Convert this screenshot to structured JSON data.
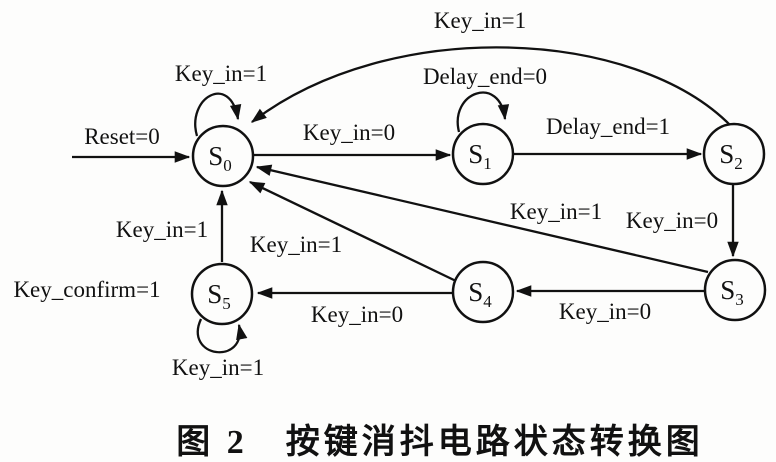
{
  "figure": {
    "caption": "图 2　按键消抖电路状态转换图"
  },
  "colors": {
    "ink": "#111111",
    "background": "#fdfdfc"
  },
  "states": [
    {
      "name": "S",
      "sub": "0"
    },
    {
      "name": "S",
      "sub": "1"
    },
    {
      "name": "S",
      "sub": "2"
    },
    {
      "name": "S",
      "sub": "3"
    },
    {
      "name": "S",
      "sub": "4"
    },
    {
      "name": "S",
      "sub": "5"
    }
  ],
  "transitions": [
    {
      "from": "",
      "to": "S0",
      "label": "Reset=0"
    },
    {
      "from": "S0",
      "to": "S0",
      "label": "Key_in=1"
    },
    {
      "from": "S0",
      "to": "S1",
      "label": "Key_in=0"
    },
    {
      "from": "S1",
      "to": "S1",
      "label": "Delay_end=0"
    },
    {
      "from": "S1",
      "to": "S2",
      "label": "Delay_end=1"
    },
    {
      "from": "S2",
      "to": "S0",
      "label": "Key_in=1"
    },
    {
      "from": "S2",
      "to": "S3",
      "label": "Key_in=0"
    },
    {
      "from": "S3",
      "to": "S0",
      "label": "Key_in=1"
    },
    {
      "from": "S3",
      "to": "S4",
      "label": "Key_in=0"
    },
    {
      "from": "S4",
      "to": "S0",
      "label": "Key_in=1"
    },
    {
      "from": "S4",
      "to": "S5",
      "label": "Key_in=0"
    },
    {
      "from": "S5",
      "to": "S0",
      "label": "Key_in=1"
    },
    {
      "from": "S5",
      "to": "S5",
      "label": "Key_in=1"
    }
  ],
  "annotations": {
    "s5_output": "Key_confirm=1"
  }
}
